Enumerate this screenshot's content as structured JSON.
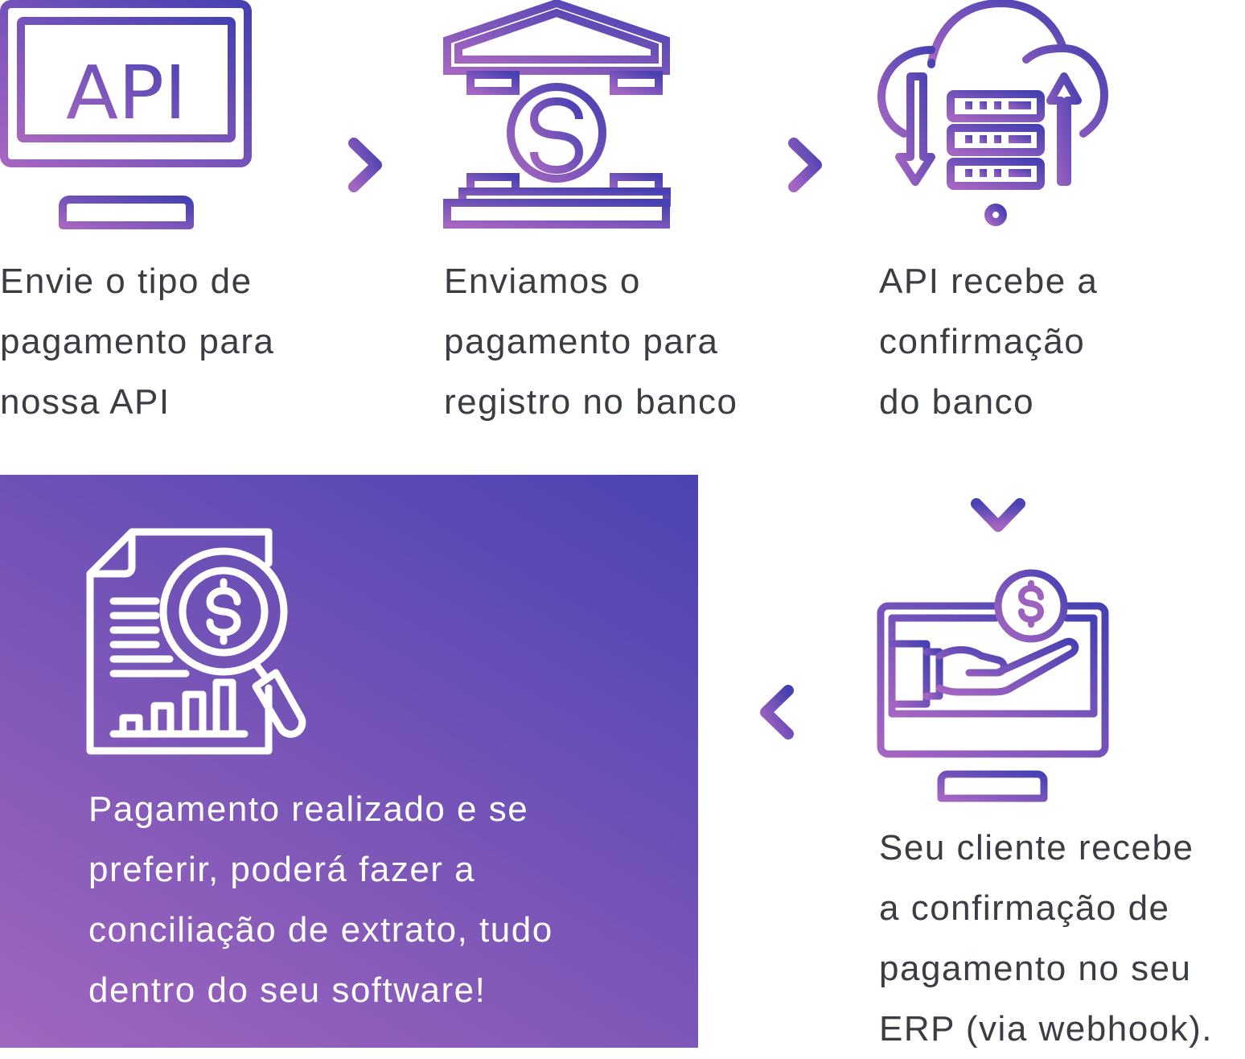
{
  "colors": {
    "gradient_start": "#a566c1",
    "gradient_end": "#4640b2",
    "text_dark": "#3a3d44",
    "text_light": "#ffffff",
    "background": "#ffffff"
  },
  "steps": [
    {
      "icon": "monitor-api-icon",
      "icon_text": "API",
      "lines": [
        "Envie o tipo de",
        "pagamento para",
        "nossa API"
      ]
    },
    {
      "icon": "bank-dollar-icon",
      "lines": [
        "Enviamos o",
        "pagamento para",
        "registro no banco"
      ]
    },
    {
      "icon": "cloud-server-sync-icon",
      "lines": [
        "API recebe a",
        "confirmação",
        "do banco"
      ]
    },
    {
      "icon": "monitor-hand-dollar-icon",
      "lines": [
        "Seu cliente recebe",
        "a confirmação de",
        "pagamento no seu",
        "ERP (via webhook)."
      ]
    },
    {
      "icon": "document-magnifier-dollar-icon",
      "lines": [
        "Pagamento realizado e se",
        "preferir, poderá fazer a",
        "conciliação de extrato, tudo",
        "dentro do seu software!"
      ]
    }
  ],
  "arrows": [
    {
      "from": 1,
      "to": 2,
      "direction": "right"
    },
    {
      "from": 2,
      "to": 3,
      "direction": "right"
    },
    {
      "from": 3,
      "to": 4,
      "direction": "down"
    },
    {
      "from": 4,
      "to": 5,
      "direction": "left"
    }
  ]
}
